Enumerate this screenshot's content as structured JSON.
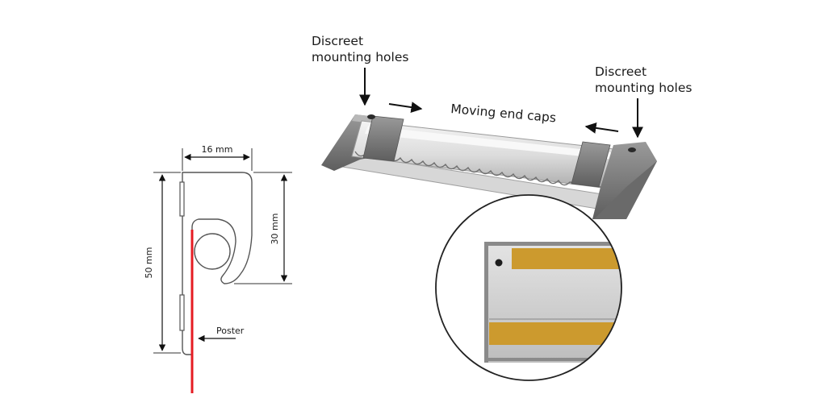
{
  "profile_diagram": {
    "width_label": "16 mm",
    "height_label": "50 mm",
    "inner_height_label": "30 mm",
    "poster_label": "Poster",
    "poster_color": "#e51c23"
  },
  "product": {
    "mounting_holes_left": [
      "Discreet",
      "mounting holes"
    ],
    "mounting_holes_right": [
      "Discreet",
      "mounting holes"
    ],
    "end_caps_label": "Moving end caps"
  },
  "detail": {
    "tape_color": "#cc9a2e",
    "plate_color": "#cfcfcf"
  }
}
